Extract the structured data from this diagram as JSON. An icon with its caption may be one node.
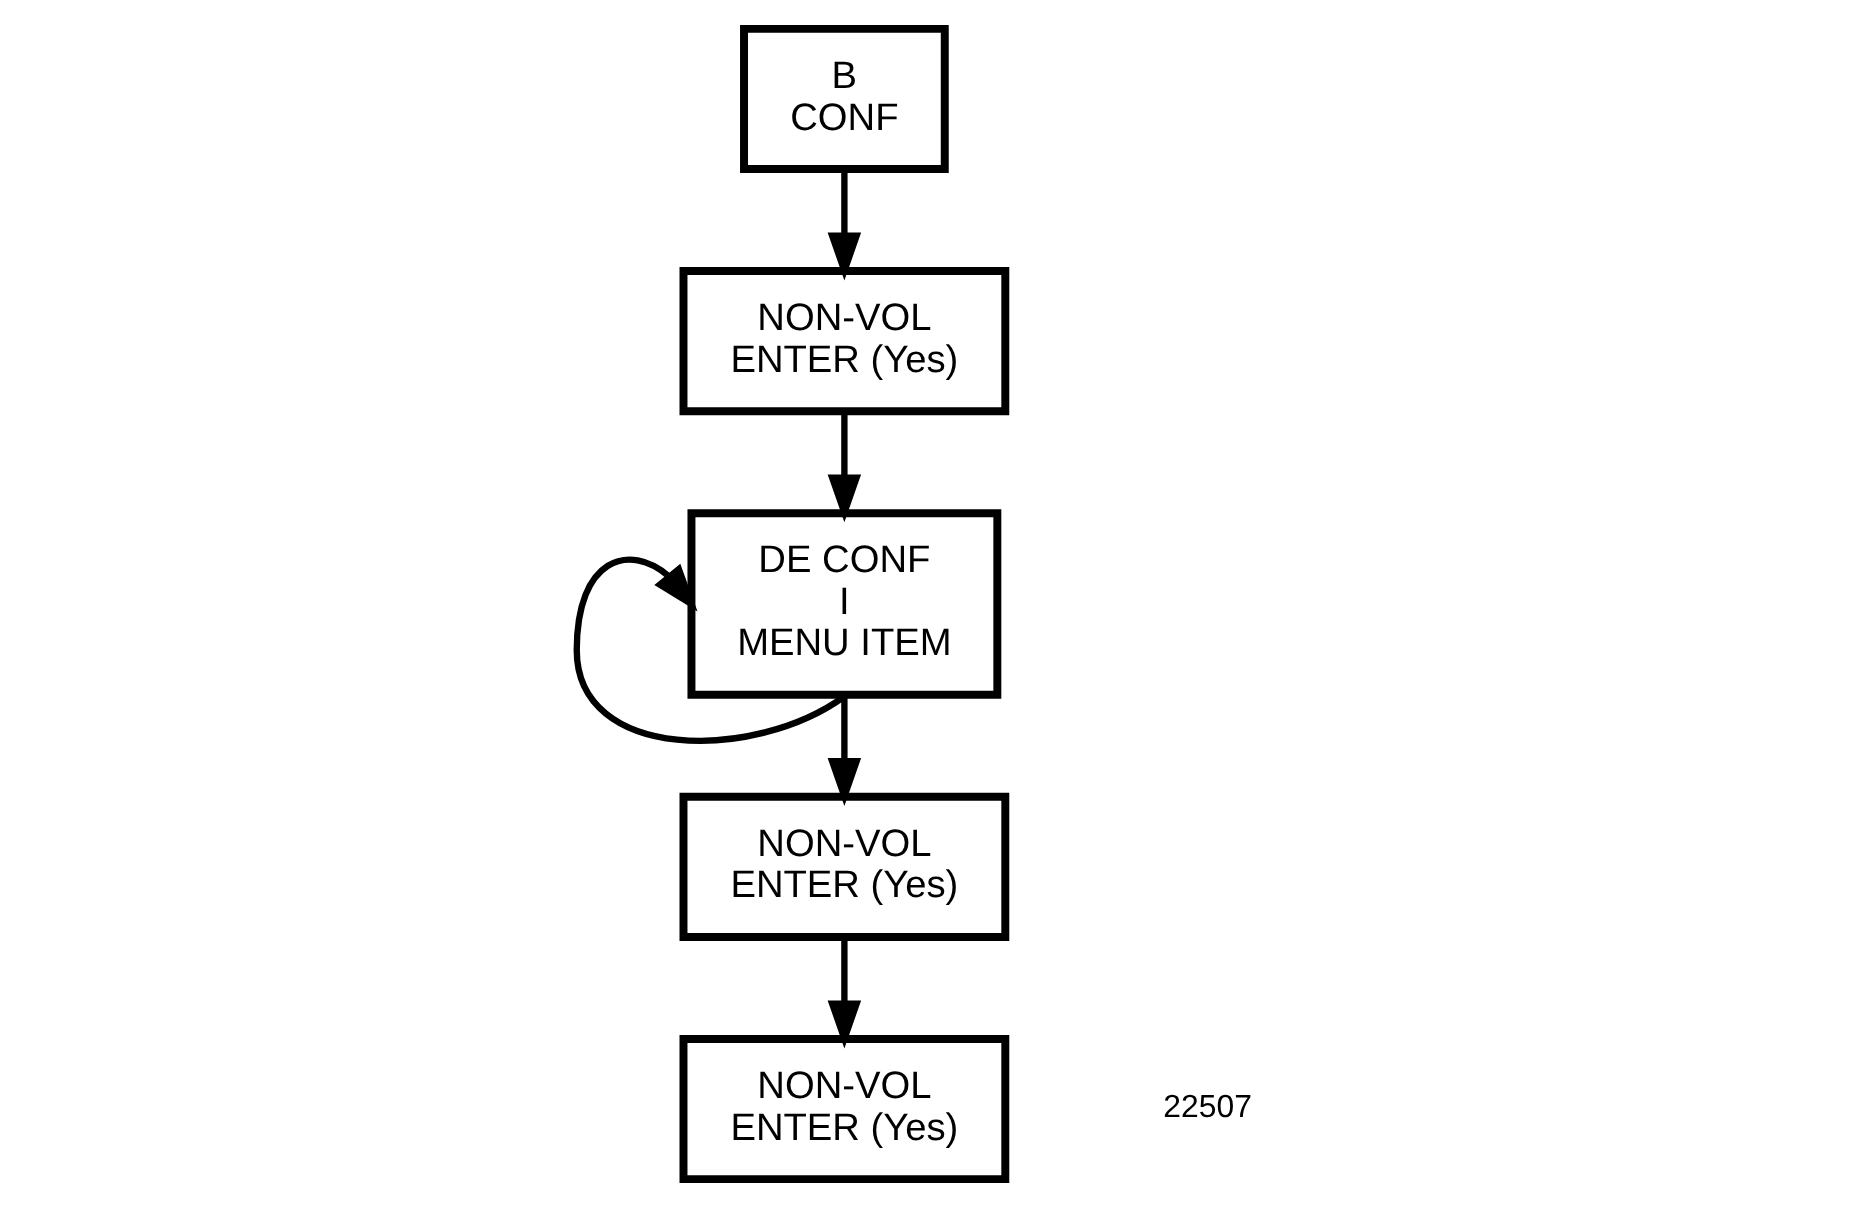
{
  "diagram": {
    "nodes": [
      {
        "text": [
          "B",
          "CONF"
        ]
      },
      {
        "text": [
          "NON-VOL",
          "ENTER (Yes)"
        ]
      },
      {
        "text": [
          "DE CONF",
          "I",
          "MENU ITEM"
        ]
      },
      {
        "text": [
          "NON-VOL",
          "ENTER (Yes)"
        ]
      },
      {
        "text": [
          "NON-VOL",
          "ENTER (Yes)"
        ]
      }
    ],
    "edges": [
      {
        "from": 0,
        "to": 1,
        "arrow": "to"
      },
      {
        "from": 1,
        "to": 2,
        "arrow": "to"
      },
      {
        "from": 2,
        "to": 2,
        "arrow": "to"
      },
      {
        "from": 2,
        "to": 3,
        "arrow": "to"
      },
      {
        "from": 3,
        "to": 4,
        "arrow": "to"
      }
    ],
    "labels": [
      "22507"
    ]
  }
}
